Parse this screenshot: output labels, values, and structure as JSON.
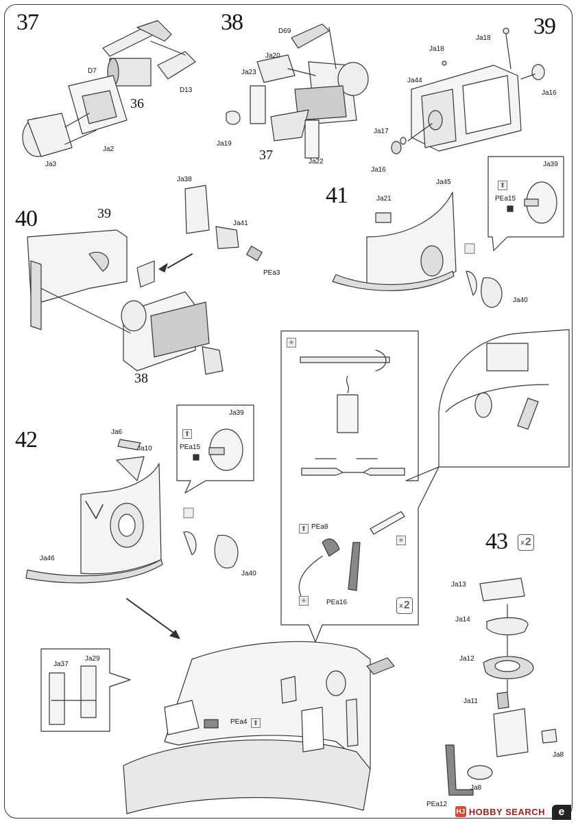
{
  "steps": {
    "s37": "37",
    "s38": "38",
    "s39": "39",
    "s40": "40",
    "s41": "41",
    "s42": "42",
    "s43": "43"
  },
  "multiplier": {
    "x": "x",
    "n": "2"
  },
  "parts": {
    "d7": "D7",
    "n36": "36",
    "d13": "D13",
    "ja2": "Ja2",
    "ja3": "Ja3",
    "d69": "D69",
    "ja20": "Ja20",
    "ja23": "Ja23",
    "ja19": "Ja19",
    "n37": "37",
    "ja22": "Ja22",
    "ja18a": "Ja18",
    "ja18b": "Ja18",
    "ja44": "Ja44",
    "ja17": "Ja17",
    "ja16a": "Ja16",
    "ja16b": "Ja16",
    "ja38": "Ja38",
    "ja41": "Ja41",
    "pea3": "PEa3",
    "n39": "39",
    "n38": "38",
    "ja21": "Ja21",
    "ja45": "Ja45",
    "ja40a": "Ja40",
    "ja39a": "Ja39",
    "pea15a": "PEa15",
    "ja6": "Ja6",
    "ja10": "Ja10",
    "ja39b": "Ja39",
    "pea15b": "PEa15",
    "ja46": "Ja46",
    "ja40b": "Ja40",
    "pea8": "PEa8",
    "pea16": "PEa16",
    "ja13": "Ja13",
    "ja14": "Ja14",
    "ja12": "Ja12",
    "ja11": "Ja11",
    "ja8a": "Ja8",
    "ja8b": "Ja8",
    "pea12": "PEa12",
    "ja37": "Ja37",
    "ja29": "Ja29",
    "pea4": "PEa4"
  },
  "watermark": {
    "logo": "HJ",
    "text": "HOBBY SEARCH"
  },
  "page_tab": "e"
}
